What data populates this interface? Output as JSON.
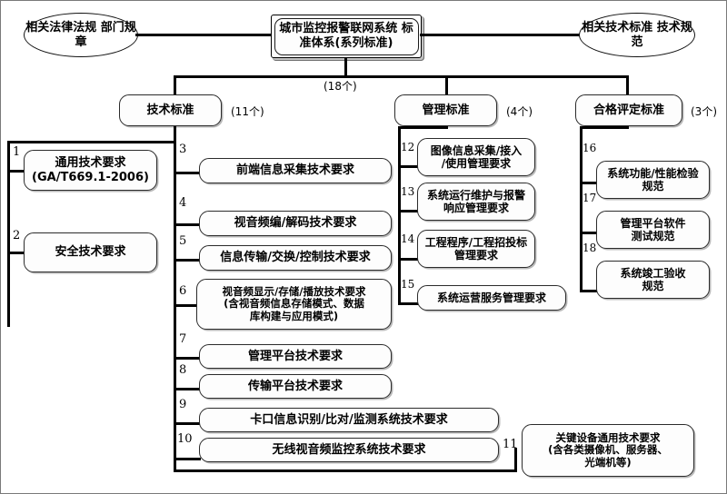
{
  "diagram": {
    "root": {
      "label": "城市监控报警联网系统\n标准体系(系列标准)",
      "count": "(18个)"
    },
    "side_nodes": [
      {
        "id": "left-ellipse",
        "label": "相关法律法规\n部门规章"
      },
      {
        "id": "right-ellipse",
        "label": "相关技术标准\n技术规范"
      }
    ],
    "categories": [
      {
        "id": "tech",
        "label": "技术标准",
        "count": "(11个)"
      },
      {
        "id": "management",
        "label": "管理标准",
        "count": "(4个)"
      },
      {
        "id": "conformity",
        "label": "合格评定标准",
        "count": "(3个)"
      }
    ],
    "general_items": [
      {
        "num": "1",
        "label": "通用技术要求\n(GA/T669.1-2006)"
      },
      {
        "num": "2",
        "label": "安全技术要求"
      }
    ],
    "tech_items": [
      {
        "num": "3",
        "label": "前端信息采集技术要求"
      },
      {
        "num": "4",
        "label": "视音频编/解码技术要求"
      },
      {
        "num": "5",
        "label": "信息传输/交换/控制技术要求"
      },
      {
        "num": "6",
        "label": "视音频显示/存储/播放技术要求\n(含视音频信息存储模式、数据\n库构建与应用模式)"
      },
      {
        "num": "7",
        "label": "管理平台技术要求"
      },
      {
        "num": "8",
        "label": "传输平台技术要求"
      },
      {
        "num": "9",
        "label": "卡口信息识别/比对/监测系统技术要求"
      },
      {
        "num": "10",
        "label": "无线视音频监控系统技术要求"
      },
      {
        "num": "11",
        "label": "关键设备通用技术要求\n(含各类摄像机、服务器、\n光端机等)"
      }
    ],
    "management_items": [
      {
        "num": "12",
        "label": "图像信息采集/接入\n/使用管理要求"
      },
      {
        "num": "13",
        "label": "系统运行维护与报警\n响应管理要求"
      },
      {
        "num": "14",
        "label": "工程程序/工程招投标\n管理要求"
      },
      {
        "num": "15",
        "label": "系统运营服务管理要求"
      }
    ],
    "conformity_items": [
      {
        "num": "16",
        "label": "系统功能/性能检验\n规范"
      },
      {
        "num": "17",
        "label": "管理平台软件\n测试规范"
      },
      {
        "num": "18",
        "label": "系统竣工验收\n规范"
      }
    ],
    "colors": {
      "line": "#000000",
      "node_border": "#2b2b2b",
      "node_fill": "#fdfdfd",
      "shadow": "#b9b9b9",
      "background": "#ffffff"
    }
  }
}
